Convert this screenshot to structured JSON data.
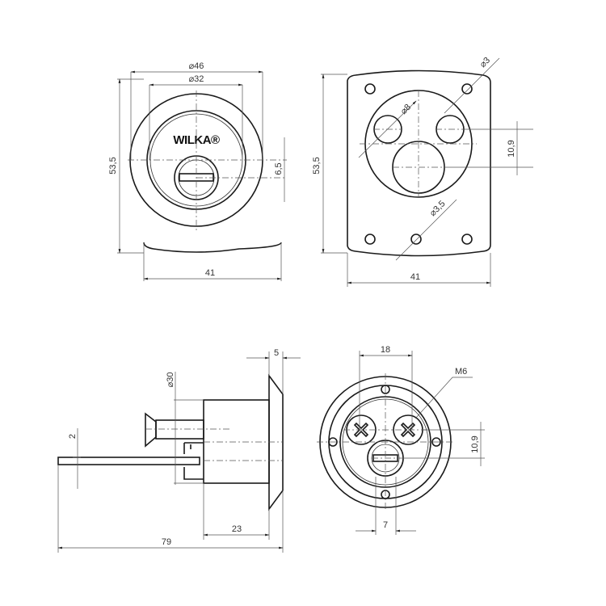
{
  "front_view": {
    "logo": "WILKA®",
    "dia_outer": "⌀46",
    "dia_inner": "⌀32",
    "height": "53,5",
    "offset": "6,5",
    "width": "41"
  },
  "back_plate_view": {
    "hole_dia_small": "⌀3",
    "hole_dia_medium": "⌀8",
    "hole_dia_mount": "⌀3,5",
    "offset": "10,9",
    "height": "53,5",
    "width": "41"
  },
  "side_view": {
    "flange_depth": "5",
    "body_dia": "⌀30",
    "tailpiece_thickness": "2",
    "body_length": "23",
    "overall_length": "79"
  },
  "rear_view": {
    "screw_spacing": "18",
    "thread": "M6",
    "offset": "10,9",
    "cam_width": "7"
  }
}
